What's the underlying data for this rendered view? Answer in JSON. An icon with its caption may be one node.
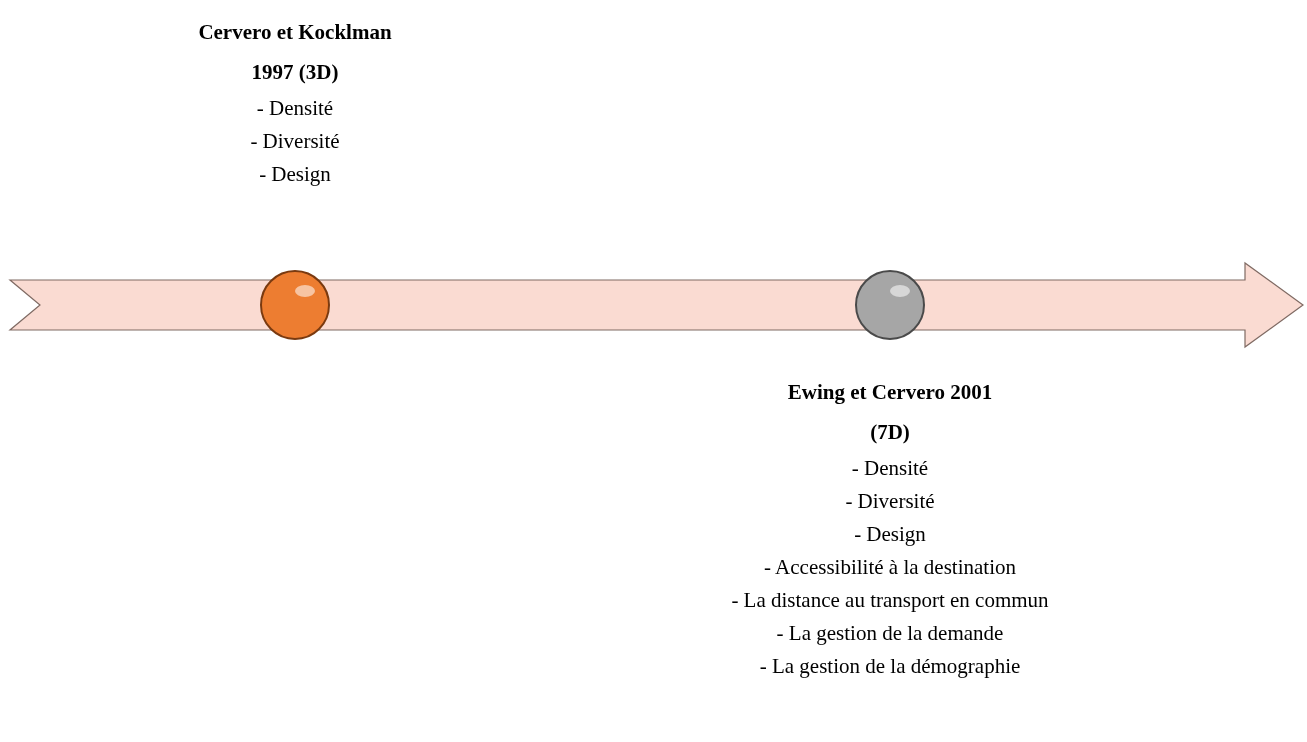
{
  "diagram": {
    "nodes": [
      {
        "text": [],
        "shape": "circle",
        "beside": [
          "Cervero et Kocklman 1997 (3D)",
          "- Densité",
          "- Diversité",
          "- Design"
        ]
      },
      {
        "text": [],
        "shape": "circle",
        "beside": [
          "Ewing et Cervero 2001 (7D)",
          "- Densité",
          "- Diversité",
          "- Design",
          "- Accessibilité à la destination",
          "- La distance au transport en commun",
          "- La gestion de la demande",
          "- La gestion de la démographie"
        ]
      }
    ]
  }
}
